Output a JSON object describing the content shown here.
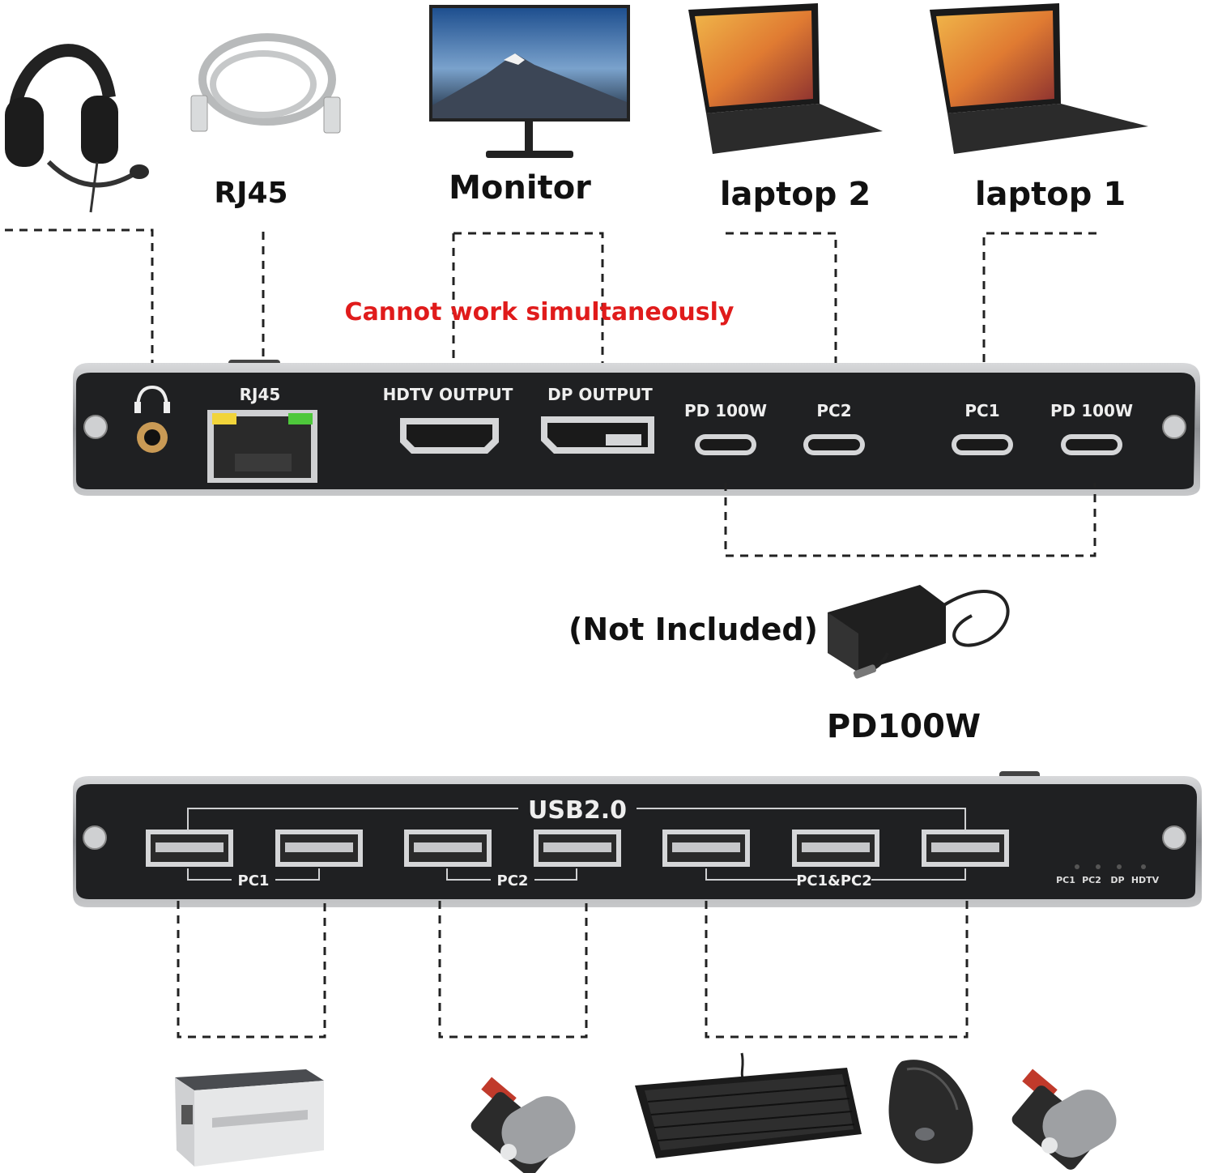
{
  "top_labels": {
    "rj45": "RJ45",
    "monitor": "Monitor",
    "laptop2": "laptop 2",
    "laptop1": "laptop 1"
  },
  "warning": "Cannot work simultaneously",
  "front_panel": {
    "rj45": "RJ45",
    "hdtv_output": "HDTV OUTPUT",
    "dp_output": "DP OUTPUT",
    "pd_left": "PD 100W",
    "pc2": "PC2",
    "pc1": "PC1",
    "pd_right": "PD 100W"
  },
  "power": {
    "note": "(Not Included)",
    "label": "PD100W"
  },
  "back_panel": {
    "usb_title": "USB2.0",
    "group_pc1": "PC1",
    "group_pc2": "PC2",
    "group_both": "PC1&PC2",
    "led_labels": [
      "PC1",
      "PC2",
      "DP",
      "HDTV"
    ]
  },
  "colors": {
    "warning": "#e01b1b",
    "panel": "#1f2022",
    "frame": "#9a9ca0"
  }
}
